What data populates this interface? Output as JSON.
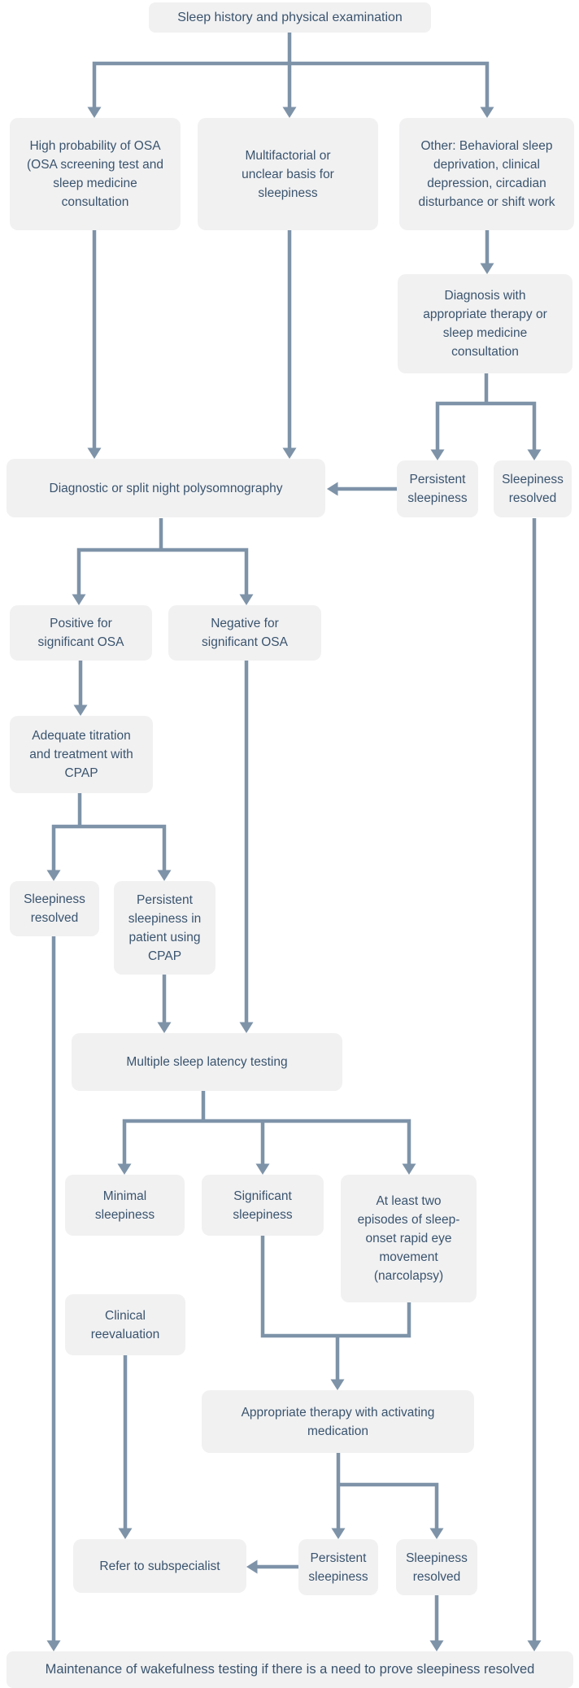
{
  "diagram_type": "flowchart",
  "topic": "Evaluation and management of sleepiness",
  "colors": {
    "background": "#ffffff",
    "node_fill": "#f1f1f2",
    "node_text": "#3a546e",
    "connector": "#7e93a8"
  },
  "nodes": {
    "sleep_history": {
      "label": "Sleep history and physical examination"
    },
    "high_probability": {
      "label": "High probability of OSA (OSA screening test and sleep medicine consultation"
    },
    "multifactorial": {
      "label": "Multifactorial or unclear basis for sleepiness"
    },
    "other_causes": {
      "label": "Other: Behavioral sleep deprivation, clinical depression, circadian disturbance or shift work"
    },
    "diagnosis_therapy": {
      "label": "Diagnosis with appropriate therapy or sleep medicine consultation"
    },
    "persistent_sleepiness_1": {
      "label": "Persistent sleepiness"
    },
    "sleepiness_resolved_1": {
      "label": "Sleepiness resolved"
    },
    "polysomnography": {
      "label": "Diagnostic or split night polysomnography"
    },
    "positive_osa": {
      "label": "Positive for significant OSA"
    },
    "negative_osa": {
      "label": "Negative for significant OSA"
    },
    "cpap_titration": {
      "label": "Adequate titration and treatment with CPAP"
    },
    "sleepiness_resolved_2": {
      "label": "Sleepiness resolved"
    },
    "persistent_cpap": {
      "label": "Persistent sleepiness in patient using CPAP"
    },
    "mslt": {
      "label": "Multiple sleep latency testing"
    },
    "minimal_sleepiness": {
      "label": "Minimal sleepiness"
    },
    "significant_sleepiness": {
      "label": "Significant sleepiness"
    },
    "narcolepsy": {
      "label": "At least two episodes of sleep-onset rapid eye movement (narcolapsy)"
    },
    "clinical_reevaluation": {
      "label": "Clinical reevaluation"
    },
    "activating_medication": {
      "label": "Appropriate therapy with activating medication"
    },
    "persistent_sleepiness_2": {
      "label": "Persistent sleepiness"
    },
    "sleepiness_resolved_3": {
      "label": "Sleepiness resolved"
    },
    "refer_subspecialist": {
      "label": "Refer to subspecialist"
    },
    "maintenance_wakefulness": {
      "label": "Maintenance of wakefulness testing if there is a need to prove sleepiness resolved"
    }
  }
}
